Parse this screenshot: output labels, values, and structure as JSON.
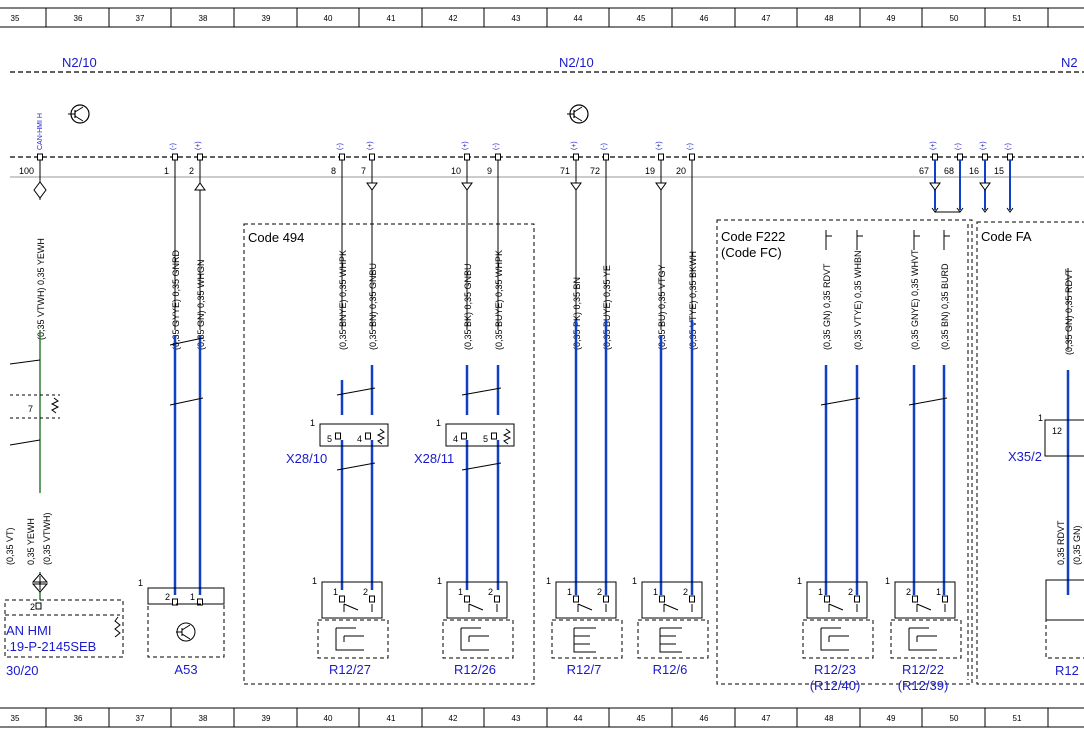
{
  "columns": [
    "35",
    "36",
    "37",
    "38",
    "39",
    "40",
    "41",
    "42",
    "43",
    "44",
    "45",
    "46",
    "47",
    "48",
    "49",
    "50",
    "51"
  ],
  "colors": {
    "wire_blue": "#1040c8",
    "wire_green": "#2e7d32",
    "label_blue": "#1a1acc",
    "line_black": "#000000",
    "bus_grey": "#9a9a9a"
  },
  "modules": [
    {
      "id": "n210-left",
      "label": "N2/10"
    },
    {
      "id": "n210-mid",
      "label": "N2/10"
    },
    {
      "id": "n210-right",
      "label": "N2"
    }
  ],
  "can_label": "CAN-HMI H",
  "pins": [
    {
      "num": "100",
      "polarity": "",
      "wire": "(0,35 VTWH) 0,35 YEWH",
      "arrow": "both"
    },
    {
      "num": "1",
      "polarity": "(-)",
      "wire": "(0,35 GYYE) 0,35 GNRD",
      "arrow": "none"
    },
    {
      "num": "2",
      "polarity": "(+)",
      "wire": "(0,35 GN) 0,35 WHGN",
      "arrow": "up"
    },
    {
      "num": "8",
      "polarity": "(-)",
      "wire": "(0,35 BNYE) 0,35 WHPK",
      "arrow": "none"
    },
    {
      "num": "7",
      "polarity": "(+)",
      "wire": "(0,35 BN) 0,35 GNBU",
      "arrow": "down"
    },
    {
      "num": "10",
      "polarity": "(+)",
      "wire": "(0,35 BK) 0,35 GNBU",
      "arrow": "down"
    },
    {
      "num": "9",
      "polarity": "(-)",
      "wire": "(0,35 BUYE) 0,35 WHPK",
      "arrow": "none"
    },
    {
      "num": "71",
      "polarity": "(+)",
      "wire": "(0,35 PK) 0,35 BN",
      "arrow": "down"
    },
    {
      "num": "72",
      "polarity": "(-)",
      "wire": "(0,35 BUYE) 0,35 YE",
      "arrow": "none"
    },
    {
      "num": "19",
      "polarity": "(+)",
      "wire": "(0,35 BU) 0,35 VTGY",
      "arrow": "down"
    },
    {
      "num": "20",
      "polarity": "(-)",
      "wire": "(0,35 VTYE) 0,35 BKWH",
      "arrow": "none"
    },
    {
      "num": "67",
      "polarity": "(+)",
      "wire": "(0,35 GN) 0,35 RDVT",
      "arrow": "down"
    },
    {
      "num": "68",
      "polarity": "(-)",
      "wire": "(0,35 VTYE) 0,35 WHBN",
      "arrow": "none"
    },
    {
      "num": "16",
      "polarity": "(+)",
      "wire": "(0,35 GNYE) 0,35 WHVT",
      "arrow": "down"
    },
    {
      "num": "15",
      "polarity": "(-)",
      "wire": "(0,35 BN) 0,35 BURD",
      "arrow": "none"
    }
  ],
  "codes": [
    {
      "id": "code-494",
      "label": "Code 494"
    },
    {
      "id": "code-f222",
      "label": "Code F222",
      "sublabel": "(Code FC)"
    },
    {
      "id": "code-fa",
      "label": "Code FA"
    }
  ],
  "connectors": [
    {
      "id": "x28-10",
      "label": "X28/10",
      "pins": [
        "5",
        "4"
      ],
      "side": "1"
    },
    {
      "id": "x28-11",
      "label": "X28/11",
      "pins": [
        "4",
        "5"
      ],
      "side": "1"
    },
    {
      "id": "x35-2",
      "label": "X35/2",
      "pins": [
        "12"
      ],
      "side": "1"
    },
    {
      "id": "left-conn",
      "label": "",
      "pins": [
        "7"
      ],
      "side": ""
    }
  ],
  "components": [
    {
      "id": "a53",
      "label": "A53",
      "pins": [
        "2",
        "1"
      ],
      "side": "1"
    },
    {
      "id": "r12-27",
      "label": "R12/27",
      "pins": [
        "1",
        "2"
      ],
      "side": "1"
    },
    {
      "id": "r12-26",
      "label": "R12/26",
      "pins": [
        "1",
        "2"
      ],
      "side": "1"
    },
    {
      "id": "r12-7",
      "label": "R12/7",
      "pins": [
        "1",
        "2"
      ],
      "side": "1"
    },
    {
      "id": "r12-6",
      "label": "R12/6",
      "pins": [
        "1",
        "2"
      ],
      "side": "1"
    },
    {
      "id": "r12-23",
      "label": "R12/23",
      "sublabel": "(R12/40)",
      "pins": [
        "1",
        "2"
      ],
      "side": "1"
    },
    {
      "id": "r12-22",
      "label": "R12/22",
      "sublabel": "(R12/39)",
      "pins": [
        "2",
        "1"
      ],
      "side": "1"
    },
    {
      "id": "r12-right",
      "label": "R12",
      "pins": [],
      "side": ""
    }
  ],
  "left_side": {
    "wire_top": "(0,35 VT)",
    "wire_label": "0,35 YEWH",
    "wire_label2": "(0,35 VTWH)",
    "pin": "2",
    "box_label1": "AN HMI",
    "box_label2": ".19-P-2145SEB",
    "ref": "30/20"
  },
  "right_side": {
    "wire_label": "0,35 RDVT",
    "wire_label2": "(0,35 GN)"
  }
}
